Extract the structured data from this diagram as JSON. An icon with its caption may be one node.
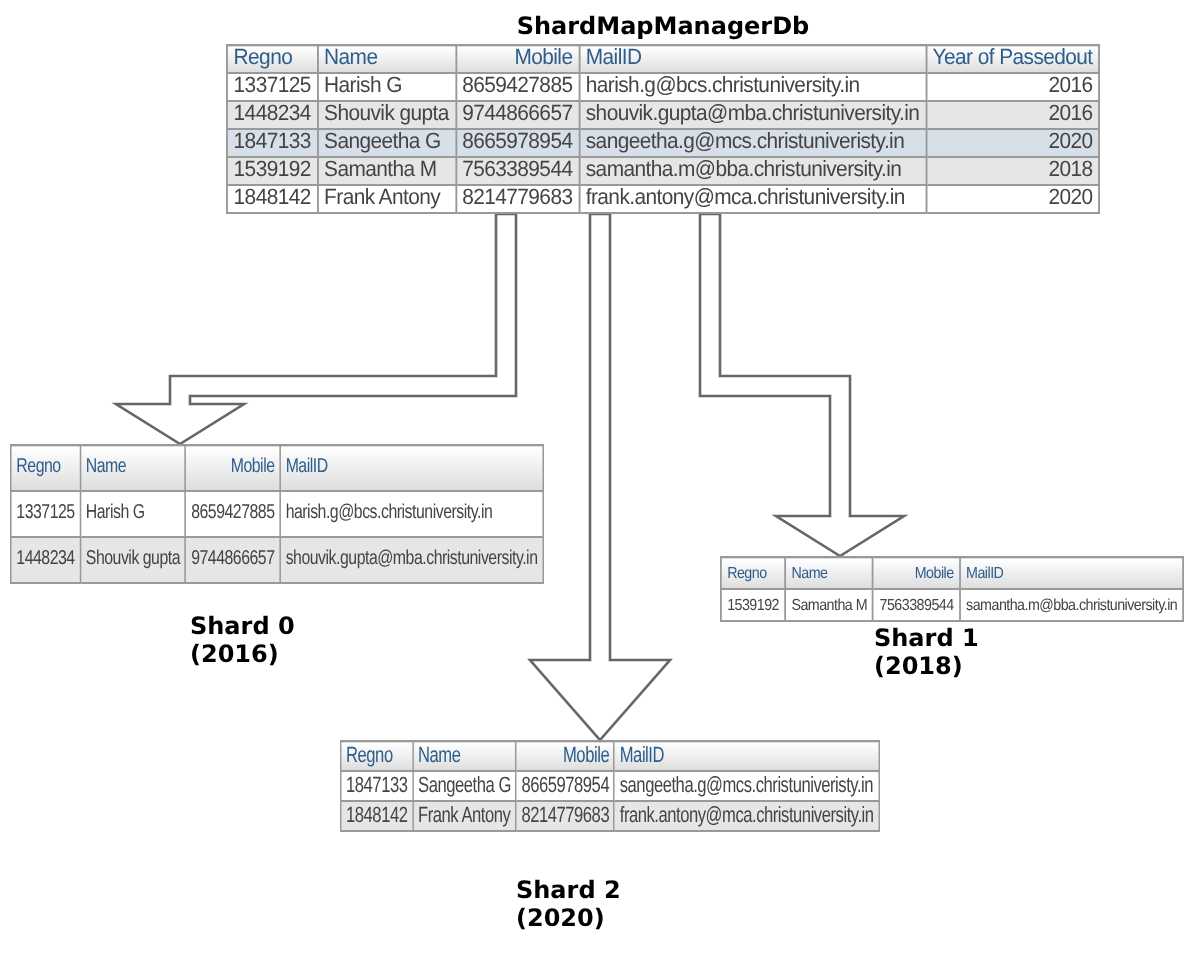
{
  "diagram": {
    "nodes": [
      {
        "text": [
          "ShardMapManagerDb",
          "Regno",
          "Name",
          "Mobile",
          "MailID",
          "Year of Passedout",
          "1337125",
          "Harish G",
          "8659427885",
          "harish.g@bcs.christuniversity.in",
          "2016",
          "1448234",
          "Shouvik gupta",
          "9744866657",
          "shouvik.gupta@mba.christuniversity.in",
          "2016",
          "1847133",
          "Sangeetha G",
          "8665978954",
          "sangeetha.g@mcs.christuniveristy.in",
          "2020",
          "1539192",
          "Samantha M",
          "7563389544",
          "samantha.m@bba.christuniversity.in",
          "2018",
          "1848142",
          "Frank Antony",
          "8214779683",
          "frank.antony@mca.christuniversity.in",
          "2020"
        ]
      },
      {
        "text": [
          "Regno",
          "Name",
          "Mobile",
          "MailID",
          "1337125",
          "Harish G",
          "8659427885",
          "harish.g@bcs.christuniversity.in",
          "1448234",
          "Shouvik gupta",
          "9744866657",
          "shouvik.gupta@mba.christuniversity.in"
        ],
        "beside": [
          "Shard 0 (2016)"
        ]
      },
      {
        "text": [
          "Regno",
          "Name",
          "Mobile",
          "MailID",
          "1539192",
          "Samantha M",
          "7563389544",
          "samantha.m@bba.christuniversity.in"
        ],
        "beside": [
          "Shard 1 (2018)"
        ]
      },
      {
        "text": [
          "Regno",
          "Name",
          "Mobile",
          "MailID",
          "1847133",
          "Sangeetha G",
          "8665978954",
          "sangeetha.g@mcs.christuniveristy.in",
          "1848142",
          "Frank Antony",
          "8214779683",
          "frank.antony@mca.christuniversity.in"
        ],
        "beside": [
          "Shard 2 (2020)"
        ]
      }
    ],
    "edges": [
      {
        "from": 0,
        "to": 1,
        "arrow": "to"
      },
      {
        "from": 0,
        "to": 3,
        "arrow": "to"
      },
      {
        "from": 0,
        "to": 2,
        "arrow": "to"
      }
    ]
  }
}
